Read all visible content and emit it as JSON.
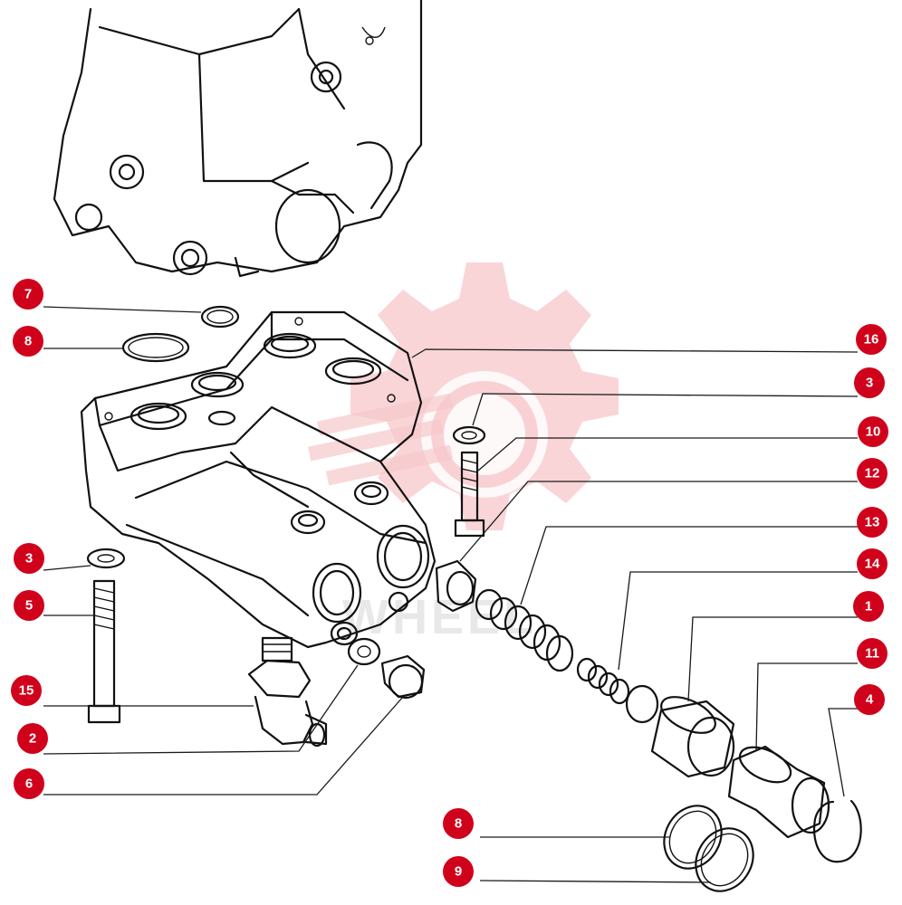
{
  "watermark": {
    "logo": "gear-logo",
    "text": "WHEEL",
    "color": "#f7c7cb"
  },
  "badge_color": "#d0021b",
  "callouts": [
    {
      "id": "c7a",
      "number": "7"
    },
    {
      "id": "c8a",
      "number": "8"
    },
    {
      "id": "c3a",
      "number": "3"
    },
    {
      "id": "c5",
      "number": "5"
    },
    {
      "id": "c15",
      "number": "15"
    },
    {
      "id": "c2",
      "number": "2"
    },
    {
      "id": "c6",
      "number": "6"
    },
    {
      "id": "c16",
      "number": "16"
    },
    {
      "id": "c3b",
      "number": "3"
    },
    {
      "id": "c10",
      "number": "10"
    },
    {
      "id": "c12",
      "number": "12"
    },
    {
      "id": "c13",
      "number": "13"
    },
    {
      "id": "c14",
      "number": "14"
    },
    {
      "id": "c1",
      "number": "1"
    },
    {
      "id": "c11",
      "number": "11"
    },
    {
      "id": "c4",
      "number": "4"
    },
    {
      "id": "c8b",
      "number": "8"
    },
    {
      "id": "c9",
      "number": "9"
    }
  ]
}
